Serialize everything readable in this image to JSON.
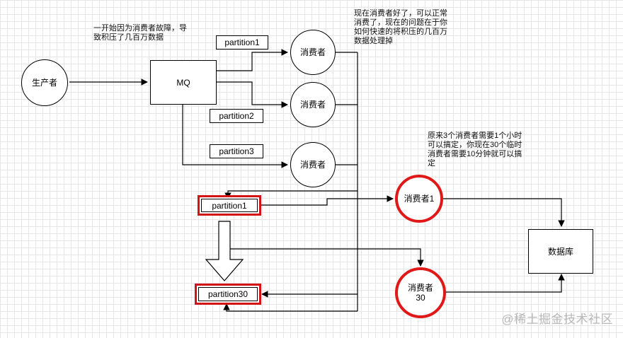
{
  "notes": {
    "top_left": "一开始因为消费者故障，导\n致积压了几百万数据",
    "top_right": "现在消费者好了，可以正常\n消费了，现在的问题在于你\n如何快速的将积压的几百万\n数据处理掉",
    "middle_right": "原来3个消费者需要1个小时\n可以搞定，你现在30个临时\n消费者需要10分钟就可以搞\n定"
  },
  "nodes": {
    "producer": "生产者",
    "mq": "MQ",
    "consumer_a": "消费者",
    "consumer_b": "消费者",
    "consumer_c": "消费者",
    "temp_consumer_1": "消费者1",
    "temp_consumer_30": "消费者\n30",
    "database": "数据库"
  },
  "partitions": {
    "p1": "partition1",
    "p2": "partition2",
    "p3": "partition3",
    "new_p1": "partition1",
    "new_p30": "partition30"
  },
  "watermark": "@稀土掘金技术社区",
  "colors": {
    "highlight": "#e11818",
    "line": "#000000",
    "grid": "#e6e6e6"
  }
}
